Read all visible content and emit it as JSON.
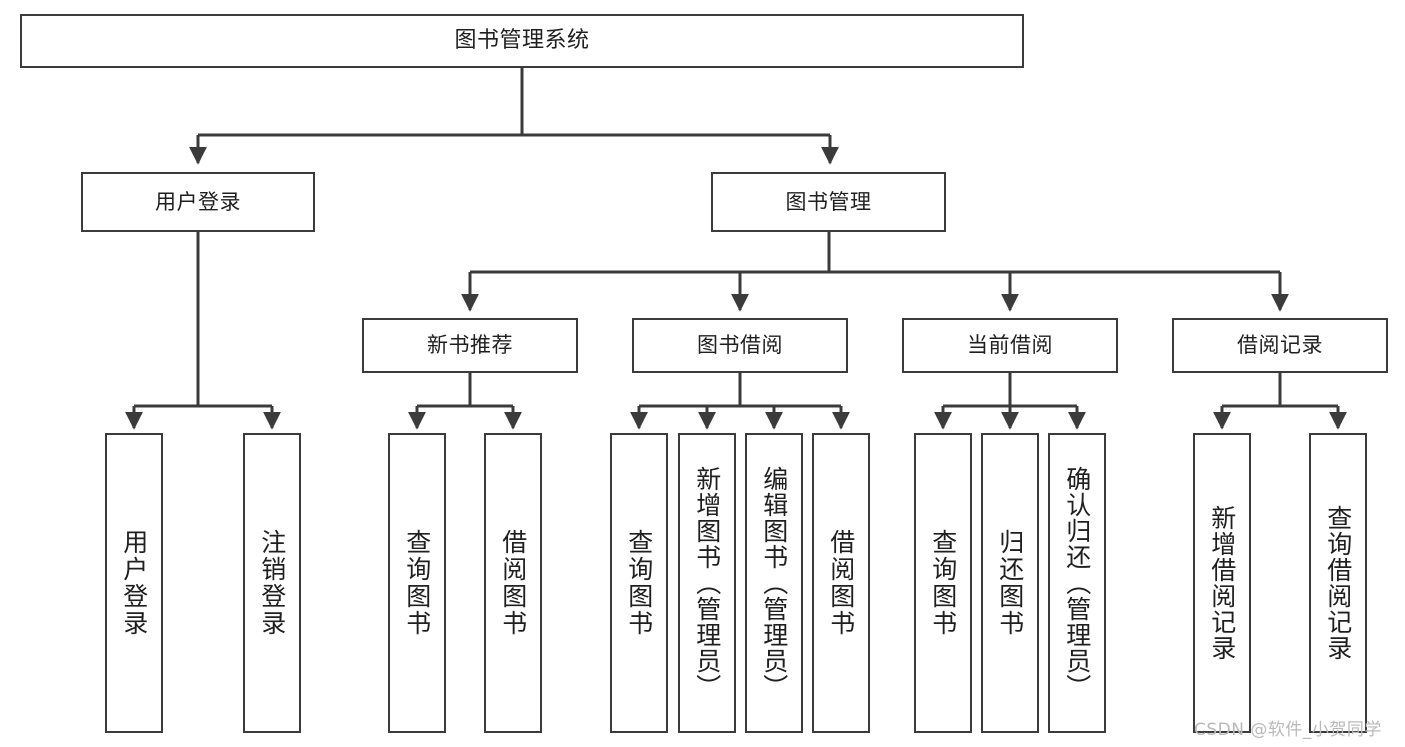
{
  "diagram": {
    "type": "tree",
    "title": "图书管理系统",
    "watermark": "CSDN @软件_小贺同学",
    "colors": {
      "stroke": "#3b3b3b",
      "fill": "#ffffff",
      "text": "#1f1f1f",
      "watermark": "#b9b9b9"
    },
    "levels": [
      {
        "level": 0,
        "nodes": [
          {
            "id": "root",
            "label": "图书管理系统",
            "orientation": "horizontal"
          }
        ]
      },
      {
        "level": 1,
        "nodes": [
          {
            "id": "login",
            "label": "用户登录",
            "orientation": "horizontal",
            "parent": "root"
          },
          {
            "id": "bookmgmt",
            "label": "图书管理",
            "orientation": "horizontal",
            "parent": "root"
          }
        ]
      },
      {
        "level": 2,
        "nodes": [
          {
            "id": "newbook",
            "label": "新书推荐",
            "orientation": "horizontal",
            "parent": "bookmgmt"
          },
          {
            "id": "borrow",
            "label": "图书借阅",
            "orientation": "horizontal",
            "parent": "bookmgmt"
          },
          {
            "id": "current",
            "label": "当前借阅",
            "orientation": "horizontal",
            "parent": "bookmgmt"
          },
          {
            "id": "records",
            "label": "借阅记录",
            "orientation": "horizontal",
            "parent": "bookmgmt"
          }
        ]
      },
      {
        "level": 3,
        "nodes": [
          {
            "id": "leaf1",
            "label": "用户登录",
            "orientation": "vertical",
            "parent": "login"
          },
          {
            "id": "leaf2",
            "label": "注销登录",
            "orientation": "vertical",
            "parent": "login"
          },
          {
            "id": "leaf3",
            "label": "查询图书",
            "orientation": "vertical",
            "parent": "newbook"
          },
          {
            "id": "leaf4",
            "label": "借阅图书",
            "orientation": "vertical",
            "parent": "newbook"
          },
          {
            "id": "leaf5",
            "label": "查询图书",
            "orientation": "vertical",
            "parent": "borrow"
          },
          {
            "id": "leaf6",
            "label": "新增图书（管理员）",
            "orientation": "vertical",
            "parent": "borrow"
          },
          {
            "id": "leaf7",
            "label": "编辑图书（管理员）",
            "orientation": "vertical",
            "parent": "borrow"
          },
          {
            "id": "leaf8",
            "label": "借阅图书",
            "orientation": "vertical",
            "parent": "borrow"
          },
          {
            "id": "leaf9",
            "label": "查询图书",
            "orientation": "vertical",
            "parent": "current"
          },
          {
            "id": "leaf10",
            "label": "归还图书",
            "orientation": "vertical",
            "parent": "current"
          },
          {
            "id": "leaf11",
            "label": "确认归还（管理员）",
            "orientation": "vertical",
            "parent": "current"
          },
          {
            "id": "leaf12",
            "label": "新增借阅记录",
            "orientation": "vertical",
            "parent": "records"
          },
          {
            "id": "leaf13",
            "label": "查询借阅记录",
            "orientation": "vertical",
            "parent": "records"
          }
        ]
      }
    ]
  }
}
